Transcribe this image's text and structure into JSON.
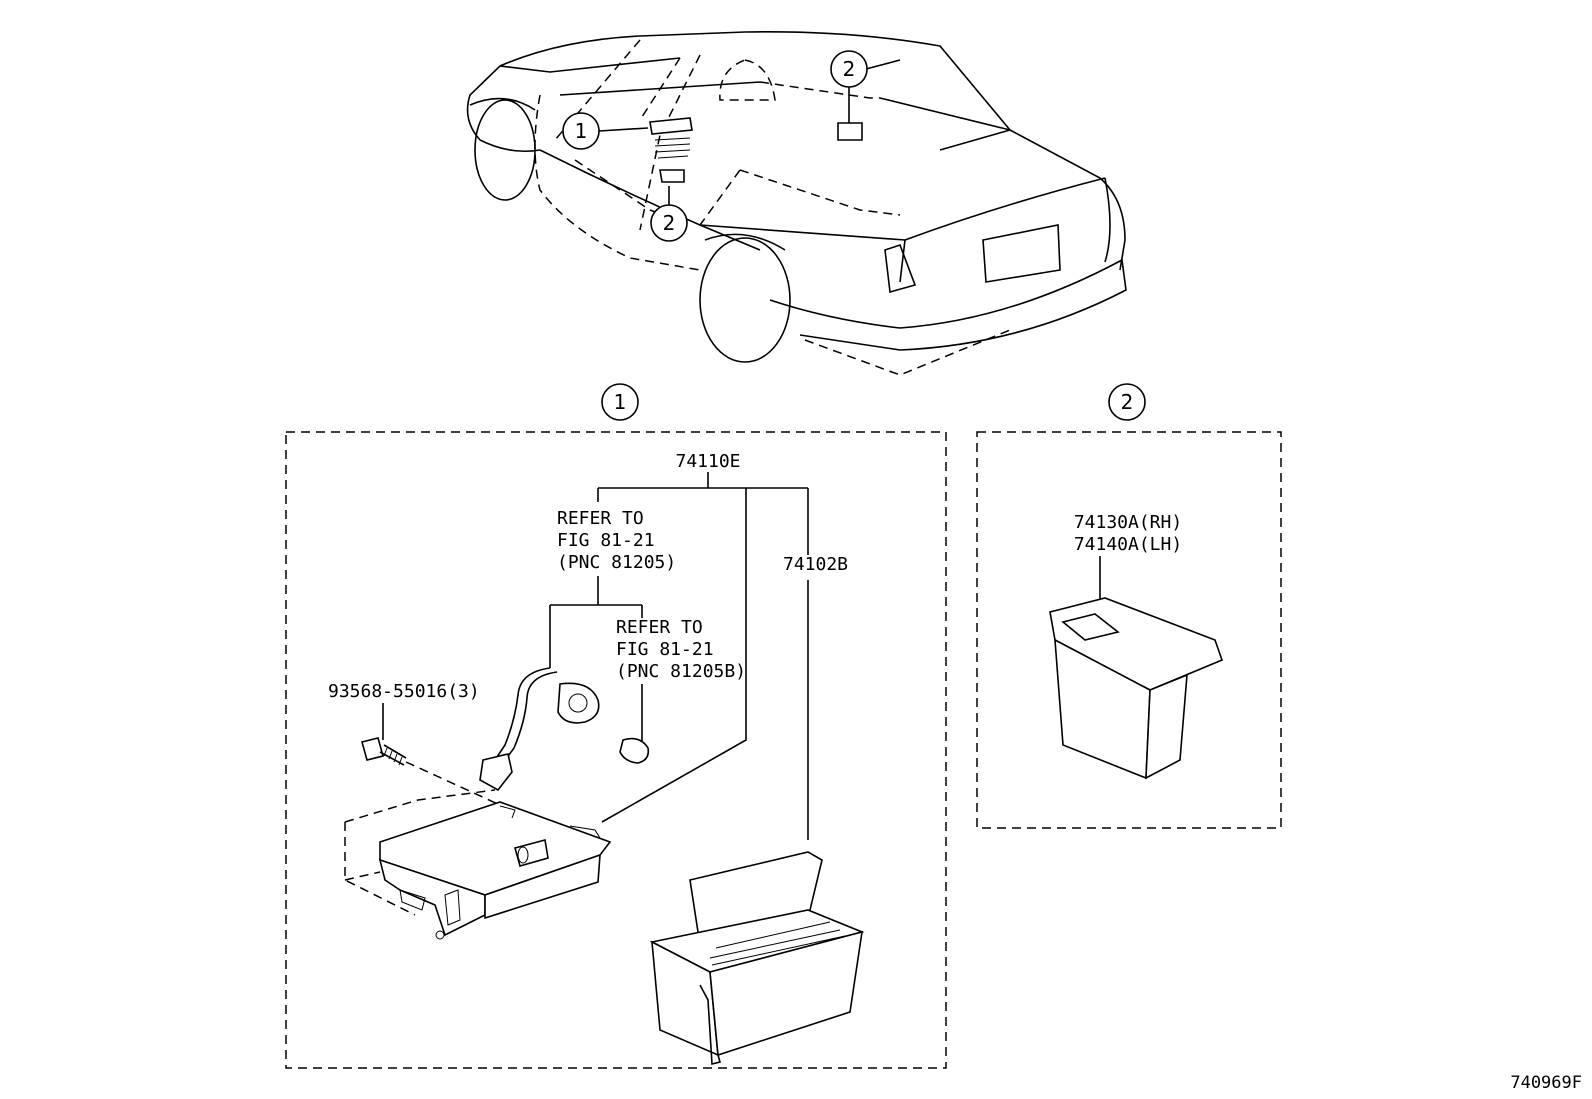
{
  "figure_code": "740969F",
  "car_callouts": {
    "front_console": "1",
    "rear_door_panel": "2",
    "rear_seat": "2"
  },
  "panel_1": {
    "marker": "1",
    "assembly_part_no": "74110E",
    "refer_1": [
      "REFER TO",
      "FIG 81-21",
      "(PNC 81205)"
    ],
    "refer_2": [
      "REFER TO",
      "FIG 81-21",
      "(PNC 81205B)"
    ],
    "screw_part_no": "93568-55016(3)",
    "ashtray_part_no": "74102B"
  },
  "panel_2": {
    "marker": "2",
    "part_rh": "74130A(RH)",
    "part_lh": "74140A(LH)"
  }
}
